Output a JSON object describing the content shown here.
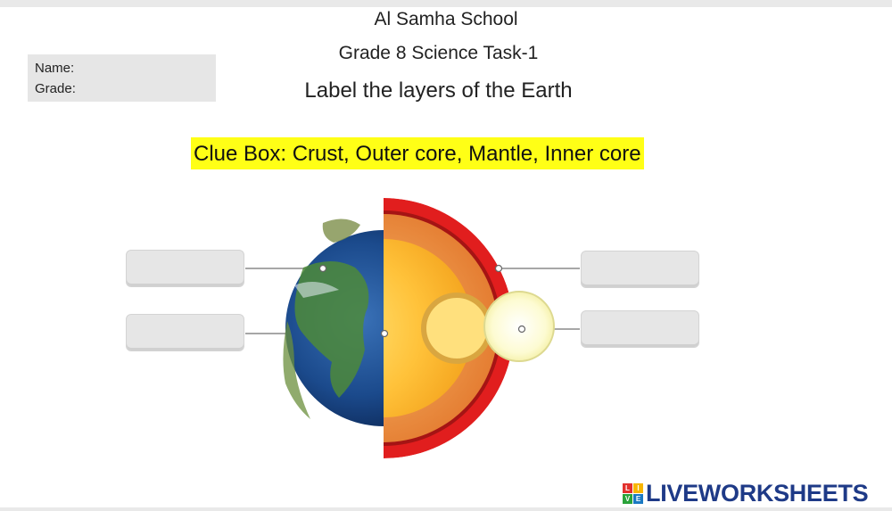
{
  "header": {
    "school": "Al Samha School",
    "task": "Grade 8 Science Task-1",
    "instruction": "Label the layers of the Earth"
  },
  "student_info": {
    "name_label": "Name:",
    "grade_label": "Grade:"
  },
  "clue_box": {
    "text": "Clue Box: Crust, Outer core, Mantle, Inner core"
  },
  "answer_boxes": [
    {
      "value": ""
    },
    {
      "value": ""
    },
    {
      "value": ""
    },
    {
      "value": ""
    }
  ],
  "diagram": {
    "icon": "earth-layers-diagram"
  },
  "footer": {
    "logo_text": "LIVEWORKSHEETS",
    "logo_mark": [
      "L",
      "I",
      "V",
      "E"
    ],
    "logo_colors": [
      "#e2312d",
      "#f7b500",
      "#2aa33a",
      "#1a79c2"
    ]
  }
}
